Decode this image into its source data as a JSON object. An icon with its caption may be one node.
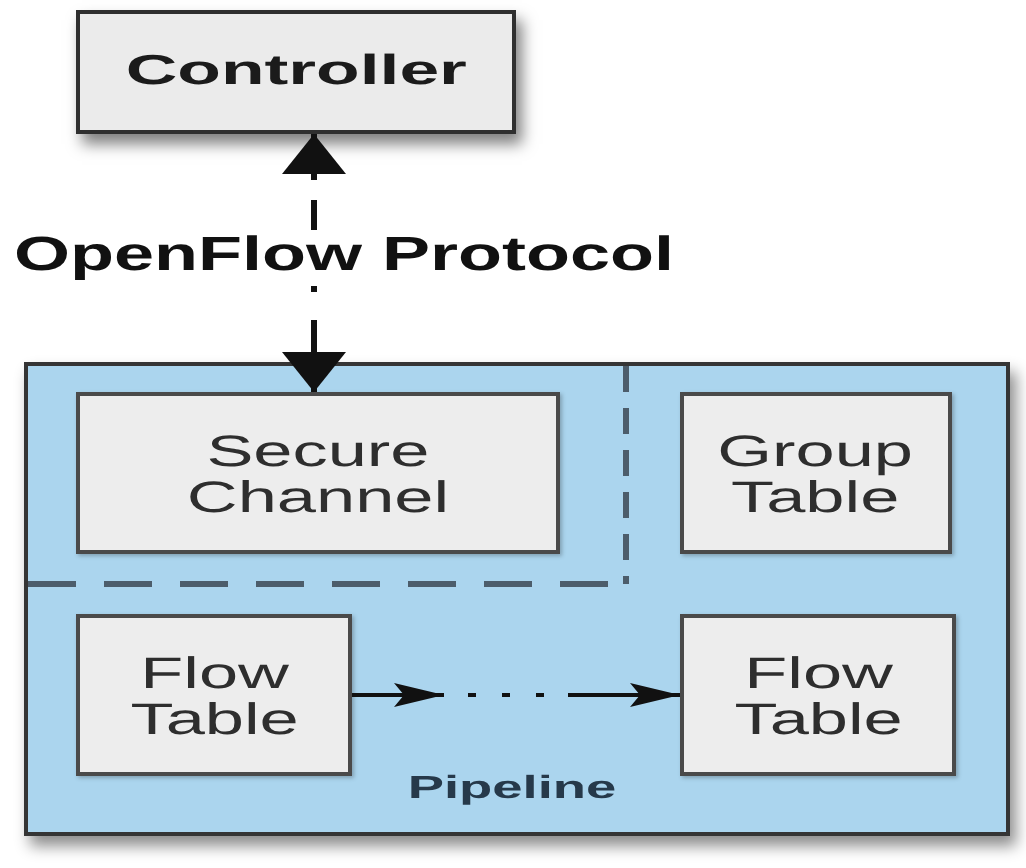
{
  "diagram": {
    "nodes": [
      {
        "text": [
          "Controller"
        ]
      },
      {
        "text": [],
        "shape": "box"
      },
      {
        "text": [
          "Secure Channel"
        ],
        "in": 1
      },
      {
        "text": [
          "Group Table"
        ],
        "in": 1
      },
      {
        "text": [
          "Flow Table"
        ],
        "in": 1
      },
      {
        "text": [
          "Flow Table"
        ],
        "in": 1
      }
    ],
    "edges": [
      {
        "from": 0,
        "to": 2,
        "arrow": "both",
        "label": "OpenFlow Protocol",
        "style": "dashed"
      },
      {
        "from": 4,
        "to": 5,
        "arrow": "to",
        "style": "dashed"
      }
    ],
    "labels": [
      "Pipeline"
    ]
  }
}
